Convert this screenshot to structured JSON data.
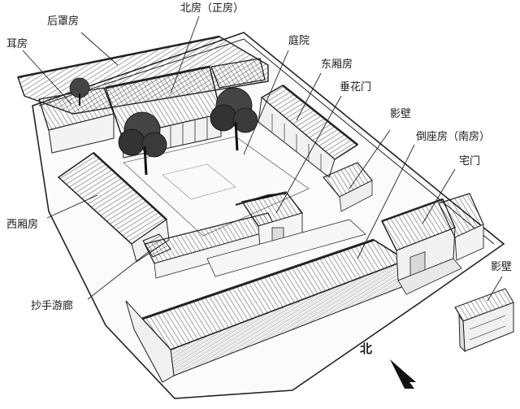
{
  "labels": {
    "rear_cover_house": "后罩房",
    "main_north_house": "北房（正房）",
    "ear_house": "耳房",
    "courtyard": "庭院",
    "east_wing_house": "东厢房",
    "hanging_flower_gate": "垂花门",
    "screen_wall_inner": "影壁",
    "south_facing_house": "倒座房（南房）",
    "main_gate": "宅门",
    "west_wing_house": "西厢房",
    "veranda_corridor": "抄手游廊",
    "screen_wall_outer": "影壁"
  },
  "compass": {
    "north_label": "北"
  }
}
